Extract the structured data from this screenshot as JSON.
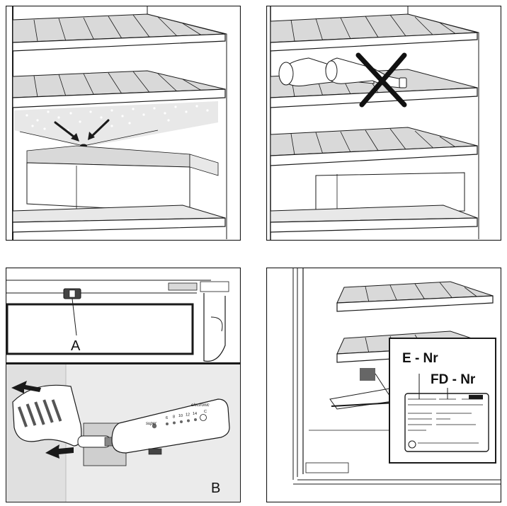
{
  "panels": {
    "top_left": {
      "labels": []
    },
    "top_right": {
      "labels": []
    },
    "bottom_left": {
      "callout_a": "A",
      "callout_b": "B",
      "control_brand": "electronic",
      "control_mode": "super",
      "control_scale": [
        "6",
        "8",
        "10",
        "12",
        "14",
        "C"
      ]
    },
    "bottom_right": {
      "label_e_nr": "E - Nr",
      "label_fd_nr": "FD - Nr"
    }
  },
  "colors": {
    "line": "#1a1a1a",
    "shade": "#d9d9d9",
    "mid": "#9a9a9a",
    "dark": "#444444",
    "cross": "#111111"
  }
}
